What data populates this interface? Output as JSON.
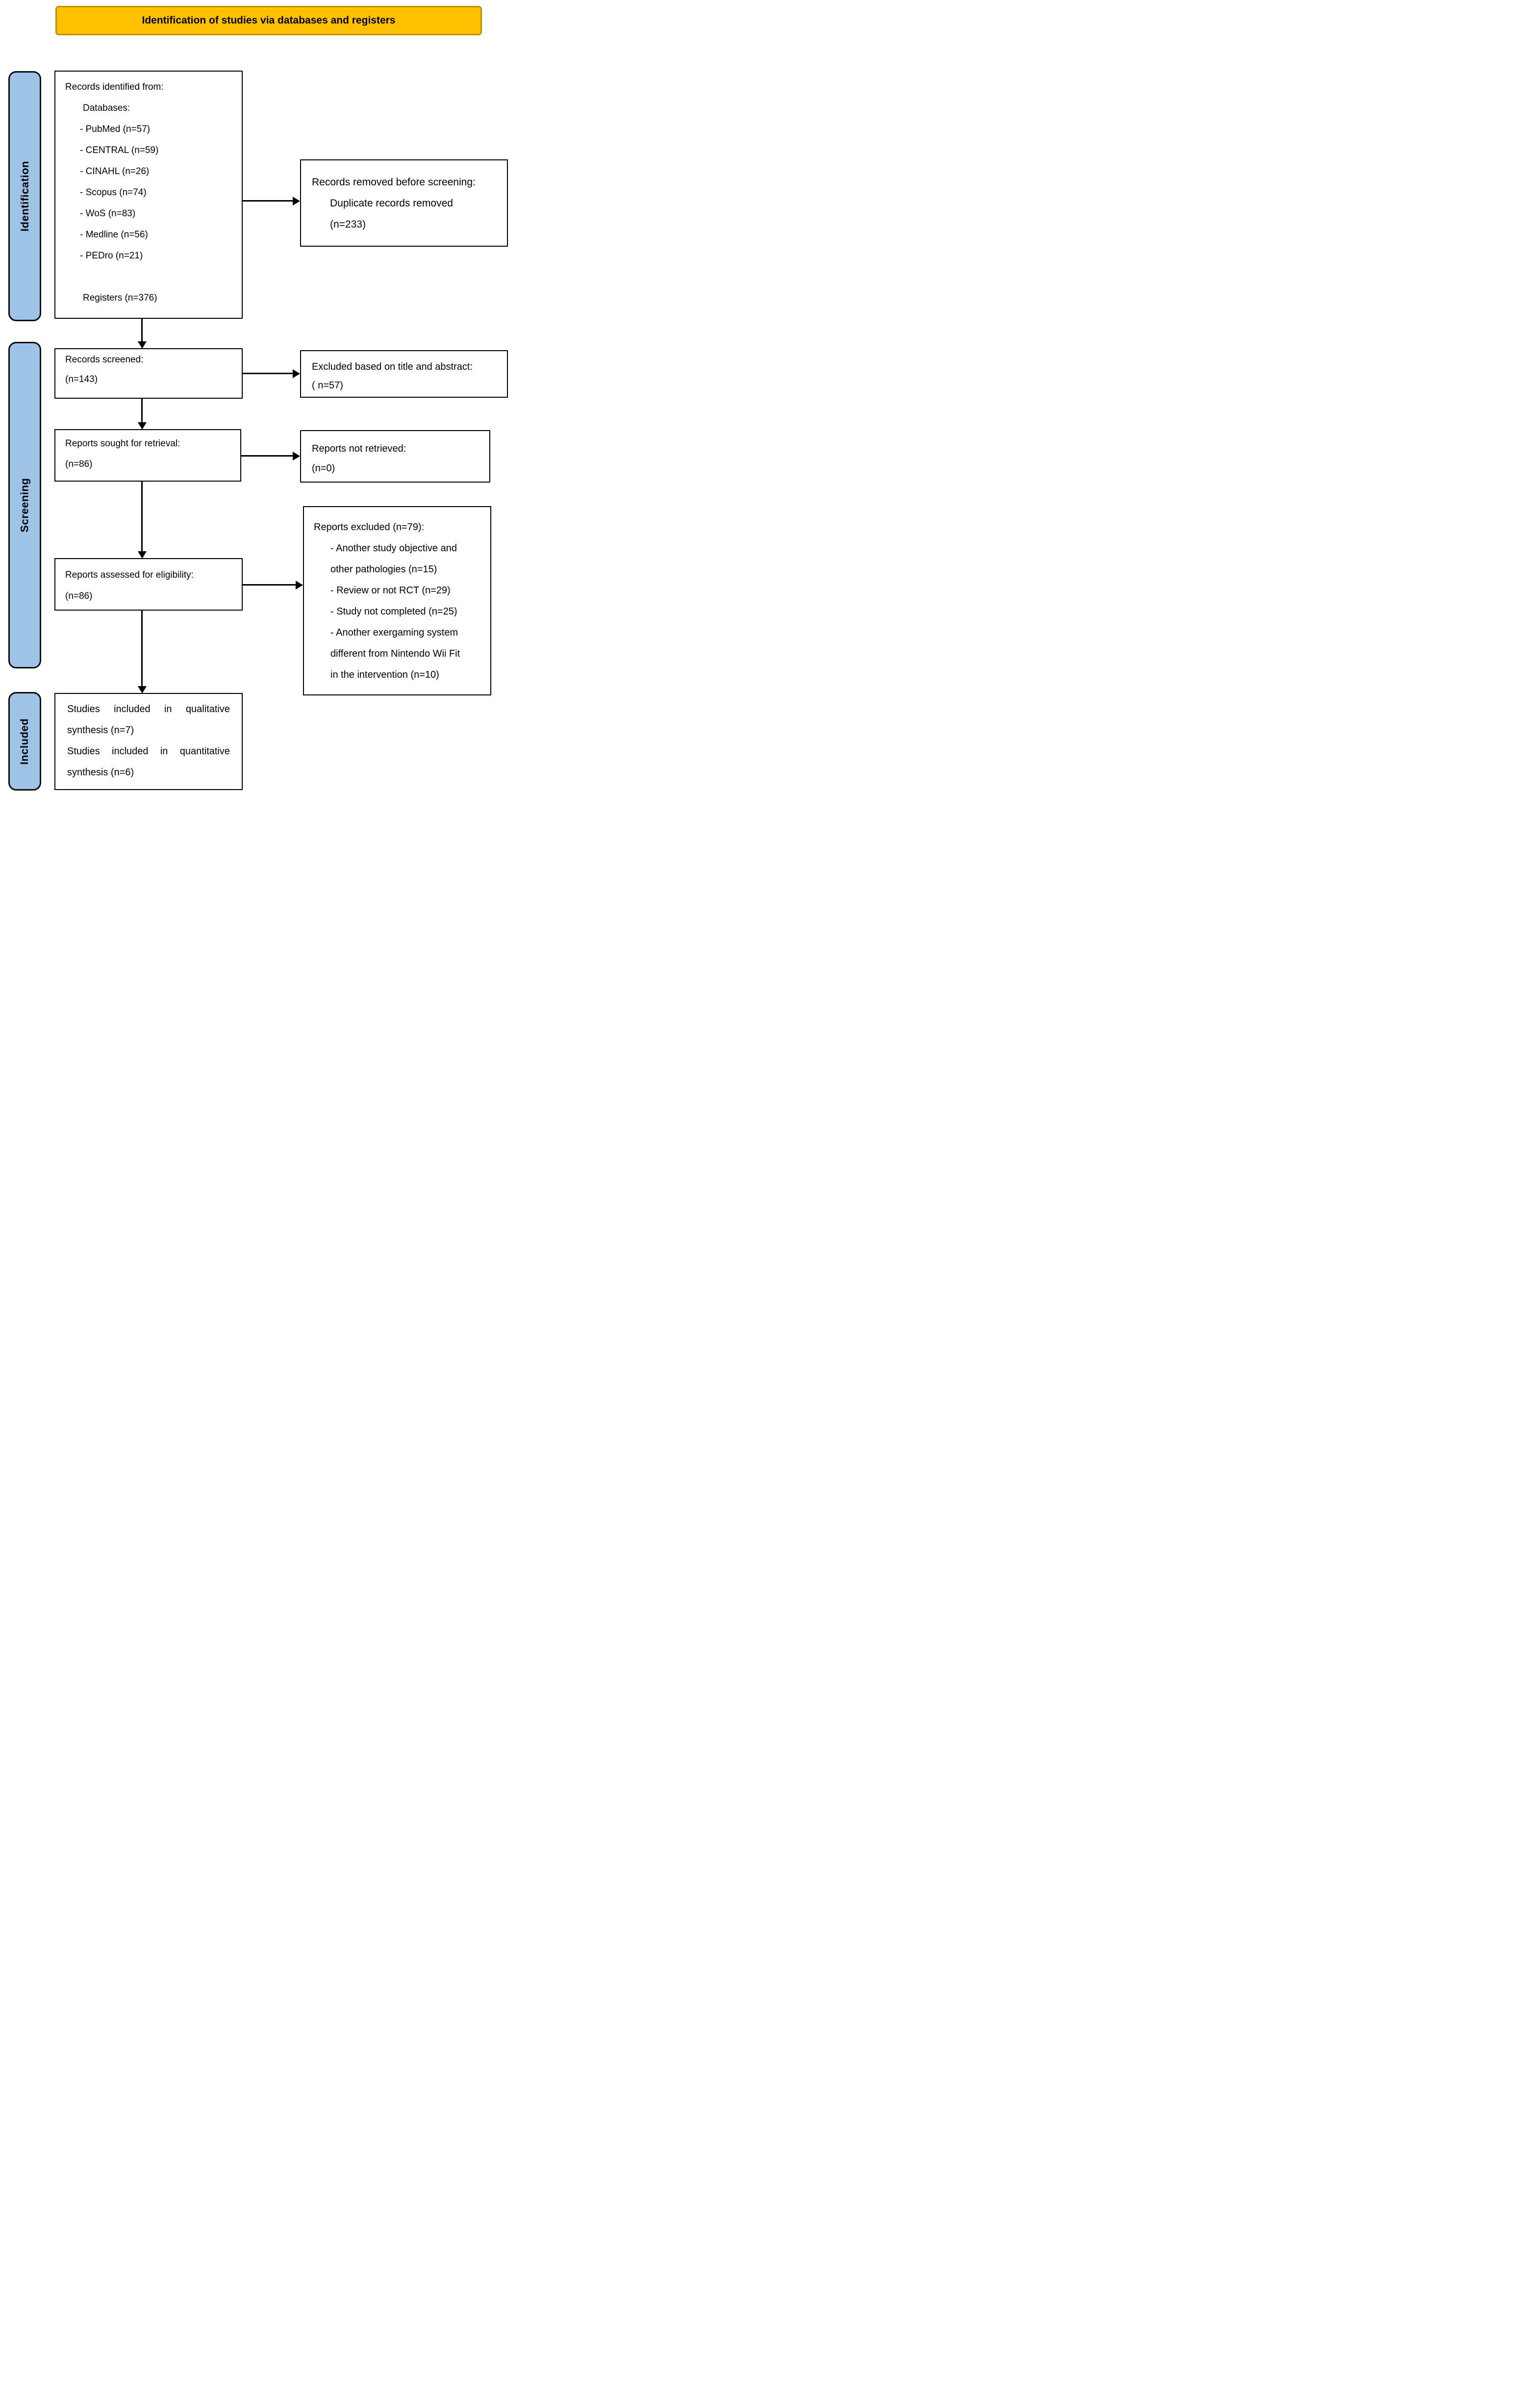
{
  "banner": {
    "title": "Identification of studies via databases and registers"
  },
  "sidebar": {
    "identification": "Identification",
    "screening": "Screening",
    "included": "Included"
  },
  "flow": {
    "identified": {
      "heading": "Records identified from:",
      "subheading": "Databases:",
      "databases": [
        "- PubMed (n=57)",
        "- CENTRAL (n=59)",
        "- CINAHL (n=26)",
        "- Scopus (n=74)",
        "- WoS (n=83)",
        "- Medline (n=56)",
        "- PEDro (n=21)"
      ],
      "registers": "Registers (n=376)"
    },
    "screened": {
      "line1": "Records screened:",
      "line2": "(n=143)"
    },
    "sought": {
      "line1": "Reports sought for retrieval:",
      "line2": "(n=86)"
    },
    "assessed": {
      "line1": "Reports assessed for eligibility:",
      "line2": "(n=86)"
    },
    "included": {
      "line1": "Studies included in qualitative synthesis (n=7)",
      "line2": "Studies included in quantitative synthesis (n=6)"
    }
  },
  "side": {
    "removed": {
      "line1": "Records removed before screening:",
      "line2": "Duplicate records removed",
      "line3": "(n=233)"
    },
    "excluded_title_abstract": {
      "line1": "Excluded based on title and abstract:",
      "line2": "( n=57)"
    },
    "not_retrieved": {
      "line1": "Reports not retrieved:",
      "line2": "(n=0)"
    },
    "reports_excluded": {
      "heading": "Reports excluded (n=79):",
      "reasons": [
        "- Another study objective and other pathologies (n=15)",
        "- Review or not RCT (n=29)",
        "- Study not completed (n=25)",
        "- Another exergaming system different from Nintendo Wii Fit in the intervention (n=10)"
      ]
    }
  },
  "colors": {
    "banner_fill": "#FFC000",
    "banner_border": "#BF9000",
    "stage_fill": "#9DC3E6",
    "stage_border": "#0A0A0A",
    "box_border": "#000000",
    "arrow_color": "#000000",
    "text_color": "#000000"
  }
}
